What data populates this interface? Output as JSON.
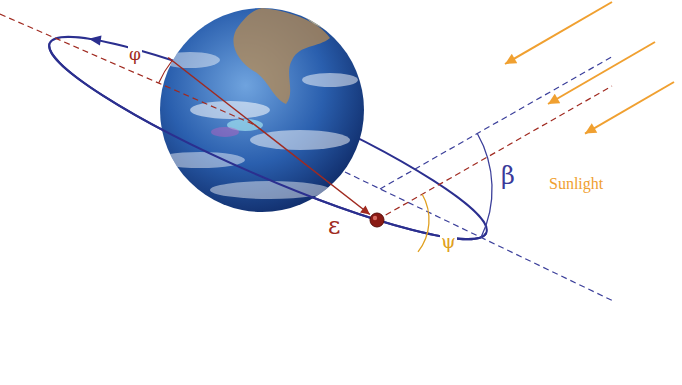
{
  "diagram": {
    "labels": [
      "Sunlight",
      "β",
      "φ",
      "ε",
      "ψ"
    ]
  }
}
